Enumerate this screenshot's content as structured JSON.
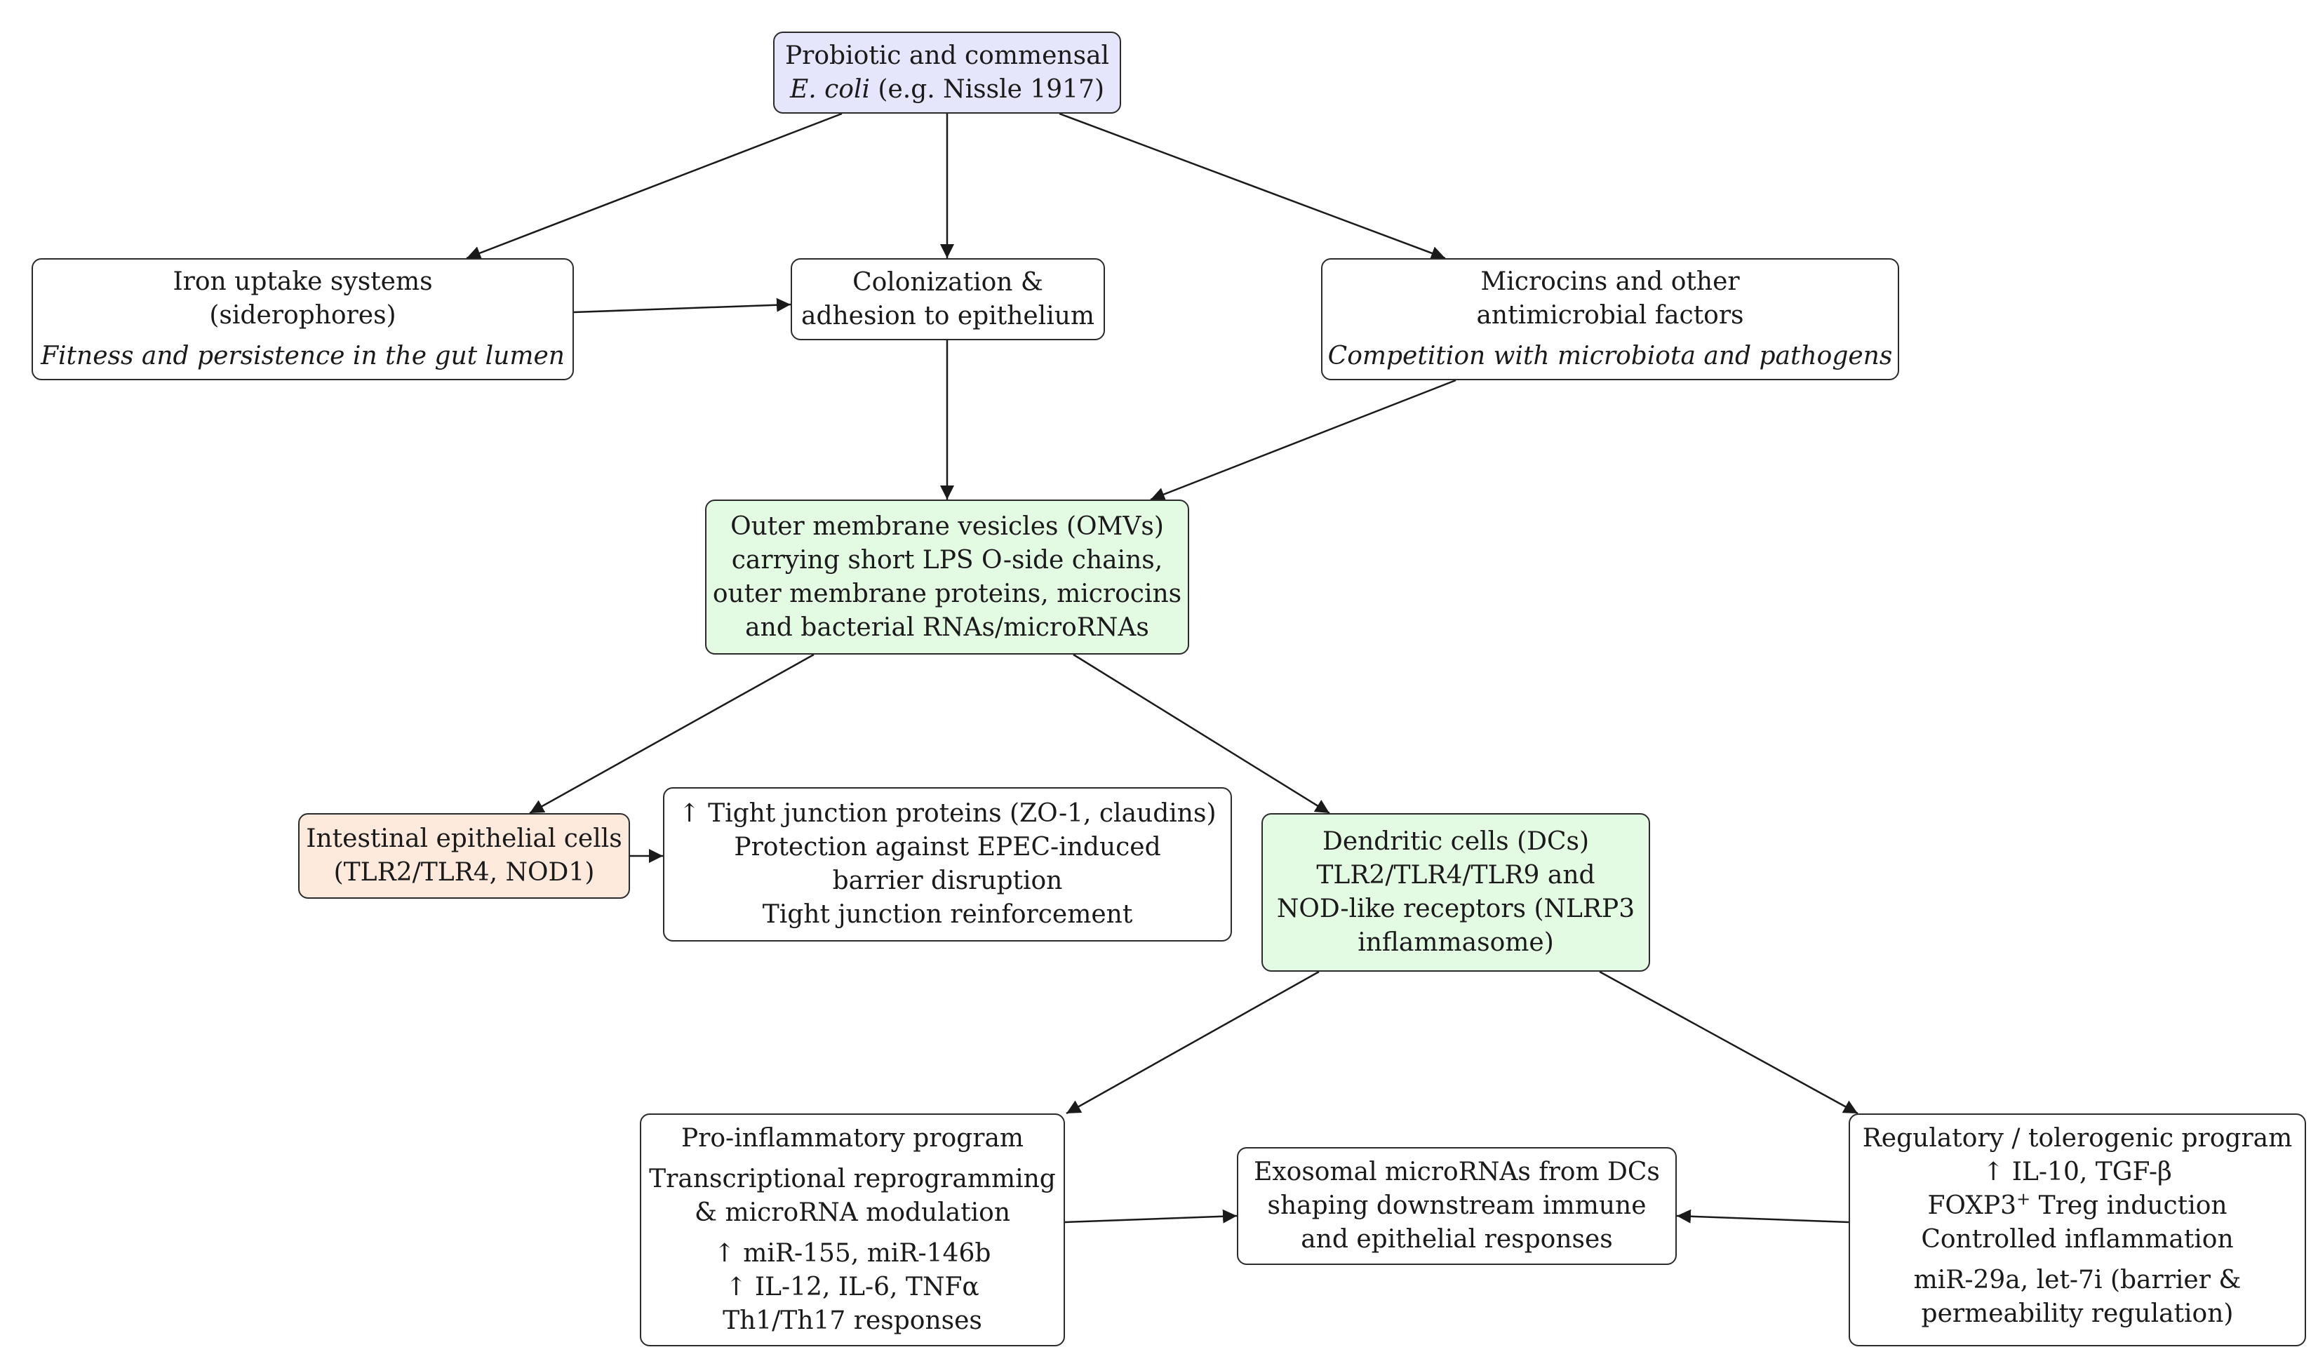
{
  "nodes": {
    "source": {
      "l1": "Probiotic and commensal",
      "l2a": "E. coli",
      "l2b": " (e.g. Nissle 1917)"
    },
    "iron": {
      "l1": "Iron uptake systems",
      "l2": "(siderophores)",
      "l3": "Fitness and persistence in the gut lumen"
    },
    "colonization": {
      "l1": "Colonization &",
      "l2": "adhesion to epithelium"
    },
    "microcins": {
      "l1": "Microcins and other",
      "l2": "antimicrobial factors",
      "l3": "Competition with microbiota and pathogens"
    },
    "omv": {
      "l1": "Outer membrane vesicles (OMVs)",
      "l2": "carrying short LPS O-side chains,",
      "l3": "outer membrane proteins, microcins",
      "l4": "and bacterial RNAs/microRNAs"
    },
    "iec": {
      "l1": "Intestinal epithelial cells",
      "l2": "(TLR2/TLR4, NOD1)"
    },
    "tight": {
      "l1": "↑ Tight junction proteins (ZO-1, claudins)",
      "l2": "Protection against EPEC-induced",
      "l3": "barrier disruption",
      "l4": "Tight junction reinforcement"
    },
    "dc": {
      "l1": "Dendritic cells (DCs)",
      "l2": "TLR2/TLR4/TLR9 and",
      "l3": "NOD-like receptors (NLRP3",
      "l4": "inflammasome)"
    },
    "pro": {
      "l1": "Pro-inflammatory program",
      "l2": "Transcriptional reprogramming",
      "l3": "& microRNA modulation",
      "l4": "↑ miR-155, miR-146b",
      "l5": "↑ IL-12, IL-6, TNFα",
      "l6": "Th1/Th17 responses"
    },
    "exo": {
      "l1": "Exosomal microRNAs from DCs",
      "l2": "shaping downstream immune",
      "l3": "and epithelial responses"
    },
    "reg": {
      "l1": "Regulatory / tolerogenic program",
      "l2": "↑ IL-10, TGF-β",
      "l3a": "FOXP3",
      "l3sup": "+",
      "l3b": " Treg induction",
      "l4": "Controlled inflammation",
      "l5": "miR-29a, let-7i (barrier &",
      "l6": "permeability regulation)"
    }
  },
  "colors": {
    "source_fill": "#e5e6fb",
    "green_fill": "#e4fbe3",
    "orange_fill": "#fdeadc",
    "stroke": "#2b2b2b"
  }
}
